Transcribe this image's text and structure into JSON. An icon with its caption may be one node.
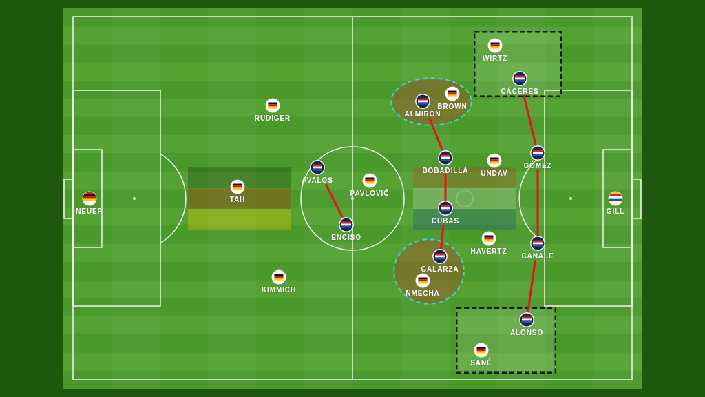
{
  "diagram": {
    "nodes": [
      {
        "text": [
          "NEUER"
        ]
      },
      {
        "text": [
          "RÜDIGER"
        ]
      },
      {
        "text": [
          "TAH"
        ]
      },
      {
        "text": [
          "KIMMICH"
        ]
      },
      {
        "text": [
          "AVALOS"
        ]
      },
      {
        "text": [
          "PAVLOVIĆ"
        ]
      },
      {
        "text": [
          "ENCISO"
        ]
      },
      {
        "text": [],
        "shape": "ellipse"
      },
      {
        "text": [
          "ALMIRÓN"
        ],
        "in": 7
      },
      {
        "text": [
          "BROWN"
        ],
        "in": 7
      },
      {
        "text": [],
        "shape": "box"
      },
      {
        "text": [
          "WIRTZ"
        ],
        "in": 10
      },
      {
        "text": [
          "CÁCERES"
        ],
        "in": 10
      },
      {
        "text": [
          "BOBADILLA"
        ]
      },
      {
        "text": [
          "UNDAV"
        ]
      },
      {
        "text": [
          "GÓMEZ"
        ]
      },
      {
        "text": [
          "CUBAS"
        ]
      },
      {
        "text": [
          "HAVERTZ"
        ]
      },
      {
        "text": [
          "CANALE"
        ]
      },
      {
        "text": [],
        "shape": "ellipse"
      },
      {
        "text": [
          "GALARZA"
        ],
        "in": 19
      },
      {
        "text": [
          "NMECHA"
        ],
        "in": 19
      },
      {
        "text": [],
        "shape": "box"
      },
      {
        "text": [
          "ALONSO"
        ],
        "in": 22
      },
      {
        "text": [
          "SANÉ"
        ],
        "in": 22
      },
      {
        "text": [
          "GILL"
        ]
      }
    ],
    "edges": [
      {
        "from": 4,
        "to": 6,
        "arrow": "none"
      },
      {
        "from": 8,
        "to": 13,
        "arrow": "none"
      },
      {
        "from": 13,
        "to": 16,
        "arrow": "none"
      },
      {
        "from": 16,
        "to": 20,
        "arrow": "none"
      },
      {
        "from": 12,
        "to": 15,
        "arrow": "none"
      },
      {
        "from": 15,
        "to": 18,
        "arrow": "none"
      },
      {
        "from": 18,
        "to": 23,
        "arrow": "none"
      }
    ]
  }
}
